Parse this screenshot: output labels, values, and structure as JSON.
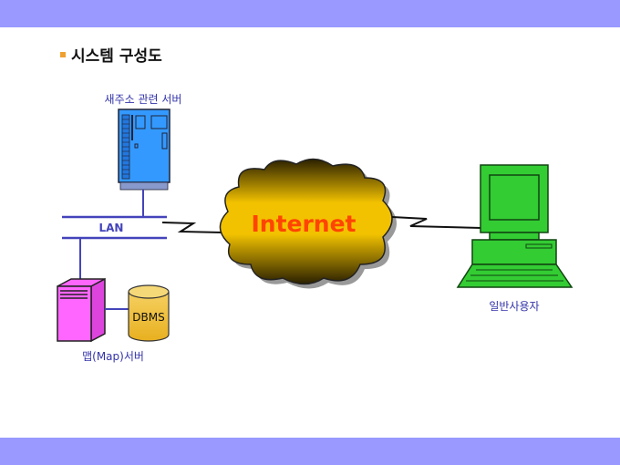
{
  "title": "시스템 구성도",
  "nodes": {
    "address_server": "새주소 관련 서버",
    "lan": "LAN",
    "internet": "Internet",
    "dbms": "DBMS",
    "map_server": "맵(Map)서버",
    "user": "일반사용자"
  },
  "colors": {
    "band": "#9999ff",
    "accent": "#f0a030",
    "internet_text": "#ff4400"
  }
}
